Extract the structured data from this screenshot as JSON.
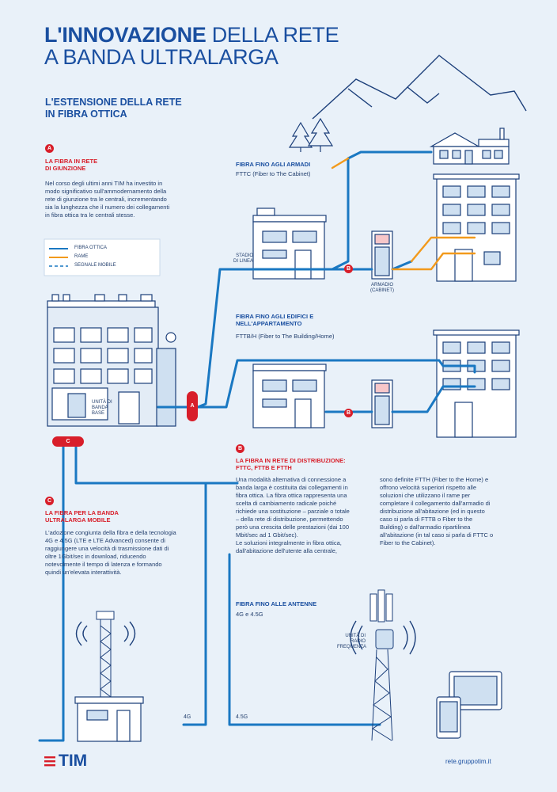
{
  "title": {
    "bold": "L'INNOVAZIONE",
    "rest": " DELLA RETE",
    "line2": "A BANDA ULTRALARGA"
  },
  "subtitle": {
    "line1": "L'ESTENSIONE DELLA RETE",
    "line2": "IN FIBRA OTTICA"
  },
  "section_a": {
    "badge": "A",
    "title_l1": "LA FIBRA IN RETE",
    "title_l2": "DI GIUNZIONE",
    "lines": [
      "Nel corso degli ultimi anni TIM ha investito in",
      "modo significativo sull'ammodernamento della",
      "rete di giunzione tra le centrali, incrementando",
      "sia la lunghezza che il numero dei collegamenti",
      "in fibra ottica tra le centrali stesse."
    ]
  },
  "legend": [
    {
      "label": "FIBRA OTTICA",
      "color": "#1a78c2",
      "style": "solid"
    },
    {
      "label": "RAME",
      "color": "#f29a1c",
      "style": "solid"
    },
    {
      "label": "SEGNALE MOBILE",
      "color": "#1a78c2",
      "style": "dashed"
    }
  ],
  "fttc": {
    "title": "FIBRA FINO AGLI ARMADI",
    "subtitle": "FTTC (Fiber to The Cabinet)"
  },
  "ftth": {
    "title_l1": "FIBRA FINO AGLI EDIFICI E",
    "title_l2": "NELL'APPARTAMENTO",
    "subtitle": "FTTB/H (Fiber to The Building/Home)"
  },
  "labels": {
    "stadio_l1": "STADIO",
    "stadio_l2": "DI LINEA",
    "armadio_l1": "ARMADIO",
    "armadio_l2": "(CABINET)",
    "unita_l1": "UNITÀ DI",
    "unita_l2": "BANDA",
    "unita_l3": "BASE",
    "radio_l1": "UNITÀ DI",
    "radio_l2": "RADIO",
    "radio_l3": "FREQUENZA",
    "badge_a": "A",
    "badge_b": "B",
    "badge_c": "C",
    "net_4g": "4G",
    "net_45g": "4.5G"
  },
  "section_b": {
    "badge": "B",
    "title_l1": "LA FIBRA IN RETE DI DISTRIBUZIONE:",
    "title_l2": "FTTC, FTTB E FTTH",
    "col1": [
      "Una modalità alternativa di connessione a",
      "banda larga è costituita dai collegamenti in",
      "fibra ottica. La fibra ottica rappresenta una",
      "scelta di cambiamento radicale poiché",
      "richiede una sostituzione – parziale o totale",
      "– della rete di distribuzione, permettendo",
      "però una crescita delle prestazioni (dai 100",
      "Mbit/sec ad 1 Gbit/sec).",
      "Le soluzioni integralmente in fibra ottica,",
      "dall'abitazione dell'utente alla centrale,"
    ],
    "col2": [
      "sono definite FTTH (Fiber to the Home) e",
      "offrono velocità superiori rispetto alle",
      "soluzioni che utilizzano il rame per",
      "completare il collegamento dall'armadio di",
      "distribuzione all'abitazione (ed in questo",
      "caso si parla di FTTB o Fiber to the",
      "Building) o dall'armadio ripartilinea",
      "all'abitazione (in tal caso si parla di FTTC o",
      "Fiber to the Cabinet)."
    ]
  },
  "section_c": {
    "badge": "C",
    "title_l1": "LA FIBRA PER LA BANDA",
    "title_l2": "ULTRALARGA MOBILE",
    "lines": [
      "L'adozione congiunta della fibra e della tecnologia",
      "4G e 4.5G (LTE e LTE Advanced) consente di",
      "raggiungere una velocità di trasmissione dati di",
      "oltre 1Gbit/sec in download, riducendo",
      "notevolmente il tempo di latenza e formando",
      "quindi un'elevata interattività."
    ]
  },
  "antenne": {
    "title": "FIBRA FINO ALLE ANTENNE",
    "subtitle": "4G e 4.5G"
  },
  "footer": {
    "brand": "TIM",
    "url": "rete.gruppotim.it"
  },
  "colors": {
    "fiber": "#1a78c2",
    "copper": "#f29a1c",
    "accent": "#d81e2a",
    "outline": "#1c3f7a",
    "background": "#e9f1f9"
  }
}
